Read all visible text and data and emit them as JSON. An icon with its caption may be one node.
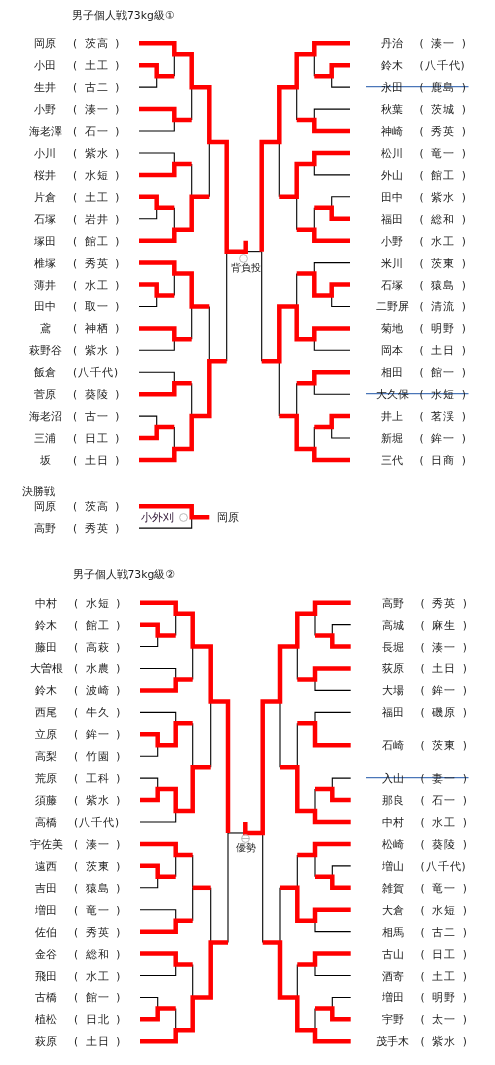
{
  "diagram": {
    "labels": [
      "男子個人戦73kg級①",
      "岡原",
      "( 茨高 )",
      "丹治",
      "( 湊一 )",
      "小田",
      "( 土工 )",
      "鈴木",
      "(八千代)",
      "生井",
      "( 古二 )",
      "永田",
      "( 鹿島 )",
      "小野",
      "( 湊一 )",
      "秋葉",
      "( 茨城 )",
      "海老澤",
      "( 石一 )",
      "神崎",
      "( 秀英 )",
      "小川",
      "( 紫水 )",
      "松川",
      "( 竜一 )",
      "桜井",
      "( 水短 )",
      "外山",
      "( 館工 )",
      "片倉",
      "( 土工 )",
      "田中",
      "( 紫水 )",
      "石塚",
      "( 岩井 )",
      "福田",
      "( 総和 )",
      "塚田",
      "( 館工 )",
      "小野",
      "( 水工 )",
      "椎塚",
      "( 秀英 )",
      "背負投",
      "米川",
      "( 茨東 )",
      "薄井",
      "( 水工 )",
      "石塚",
      "( 猿島 )",
      "田中",
      "( 取一 )",
      "二野屏",
      "( 清流 )",
      "鳶",
      "( 神栖 )",
      "菊地",
      "( 明野 )",
      "萩野谷",
      "( 紫水 )",
      "岡本",
      "( 土日 )",
      "飯倉",
      "(八千代)",
      "相田",
      "( 館一 )",
      "菅原",
      "( 葵陵 )",
      "大久保",
      "( 水短 )",
      "海老沼",
      "( 古一 )",
      "井上",
      "( 茗渓 )",
      "三浦",
      "( 日工 )",
      "新堀",
      "( 鉾一 )",
      "坂",
      "( 土日 )",
      "三代",
      "( 日商 )",
      "決勝戦",
      "岡原",
      "( 茨高 )",
      "小外刈",
      "岡原",
      "高野",
      "( 秀英 )",
      "男子個人戦73kg級②",
      "中村",
      "( 水短 )",
      "高野",
      "( 秀英 )",
      "鈴木",
      "( 館工 )",
      "高城",
      "( 麻生 )",
      "藤田",
      "( 高萩 )",
      "長堀",
      "( 湊一 )",
      "大曽根",
      "( 水農 )",
      "荻原",
      "( 土日 )",
      "鈴木",
      "( 波崎 )",
      "大場",
      "( 鉾一 )",
      "西尾",
      "( 牛久 )",
      "福田",
      "( 磯原 )",
      "立原",
      "( 鉾一 )",
      "石崎",
      "( 茨東 )",
      "高梨",
      "( 竹園 )",
      "荒原",
      "( 工科 )",
      "入山",
      "( 妻一 )",
      "須藤",
      "( 紫水 )",
      "那良",
      "( 石一 )",
      "高橋",
      "(八千代)",
      "中村",
      "( 水工 )",
      "宇佐美",
      "( 湊一 )",
      "優勢",
      "松崎",
      "( 葵陵 )",
      "遠西",
      "( 茨東 )",
      "増山",
      "(八千代)",
      "吉田",
      "( 猿島 )",
      "雑賀",
      "( 竜一 )",
      "増田",
      "( 竜一 )",
      "大倉",
      "( 水短 )",
      "佐伯",
      "( 秀英 )",
      "相馬",
      "( 古二 )",
      "金谷",
      "( 総和 )",
      "古山",
      "( 日工 )",
      "飛田",
      "( 水工 )",
      "酒寄",
      "( 土工 )",
      "古橋",
      "( 館一 )",
      "増田",
      "( 明野 )",
      "植松",
      "( 日北 )",
      "宇野",
      "( 太一 )",
      "萩原",
      "( 土日 )",
      "茂手木",
      "( 紫水 )"
    ]
  }
}
